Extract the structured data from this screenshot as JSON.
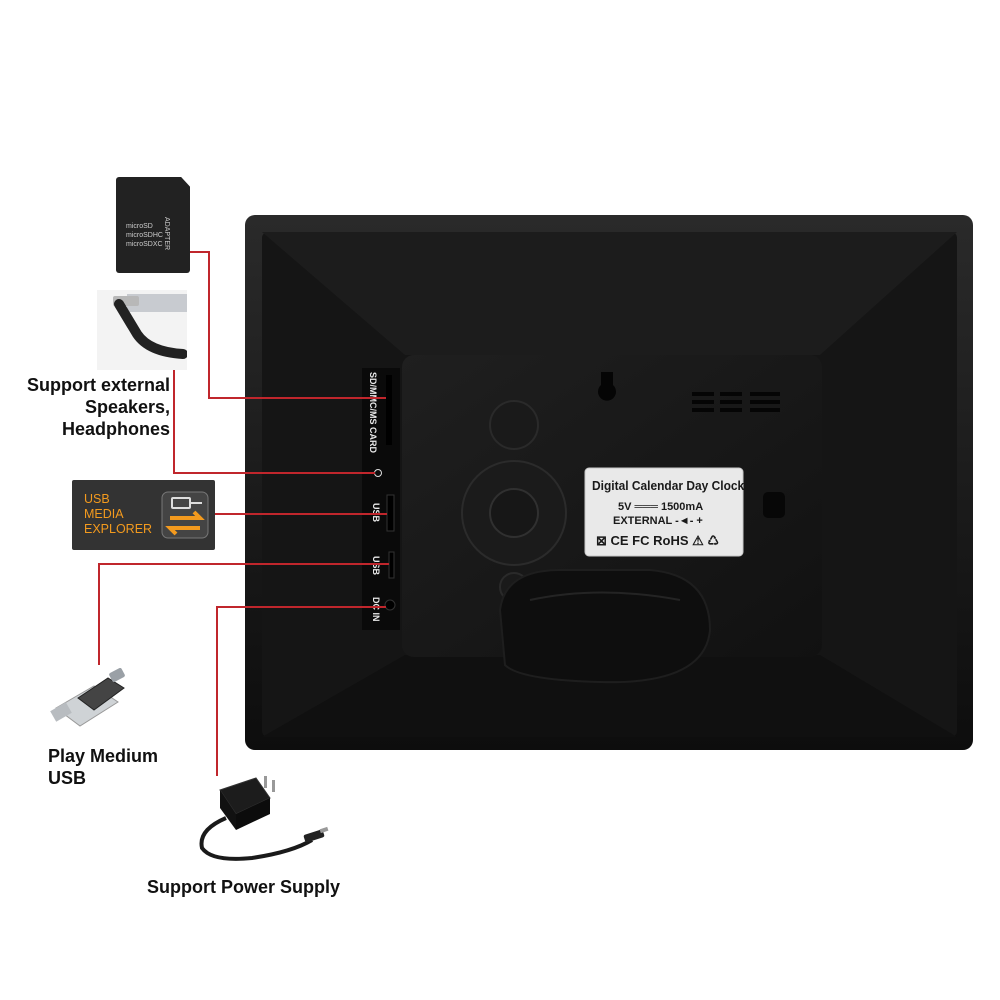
{
  "callouts": {
    "headphones_line1": "Support external",
    "headphones_line2": "Speakers,",
    "headphones_line3": "Headphones",
    "otg_line1": "Play Medium",
    "otg_line2": "USB",
    "power": "Support Power Supply"
  },
  "sd_card": {
    "line1": "microSD",
    "line2": "microSDHC",
    "line3": "microSDXC",
    "side": "ADAPTER"
  },
  "usb_badge": {
    "line1": "USB",
    "line2": "MEDIA",
    "line3": "EXPLORER"
  },
  "ports": {
    "sd": "SD/MMC/MS CARD",
    "usb1": "USB",
    "usb2": "USB",
    "dc": "DC IN"
  },
  "sticker": {
    "title": "Digital Calendar Day Clock",
    "spec": "5V ═══ 1500mA",
    "external": "EXTERNAL -◄- +",
    "marks": "⊠ CE FC RoHS ⚠ ♺"
  },
  "colors": {
    "wire": "#c0262c",
    "badge_text": "#f39a1e",
    "frame": "#141414"
  }
}
